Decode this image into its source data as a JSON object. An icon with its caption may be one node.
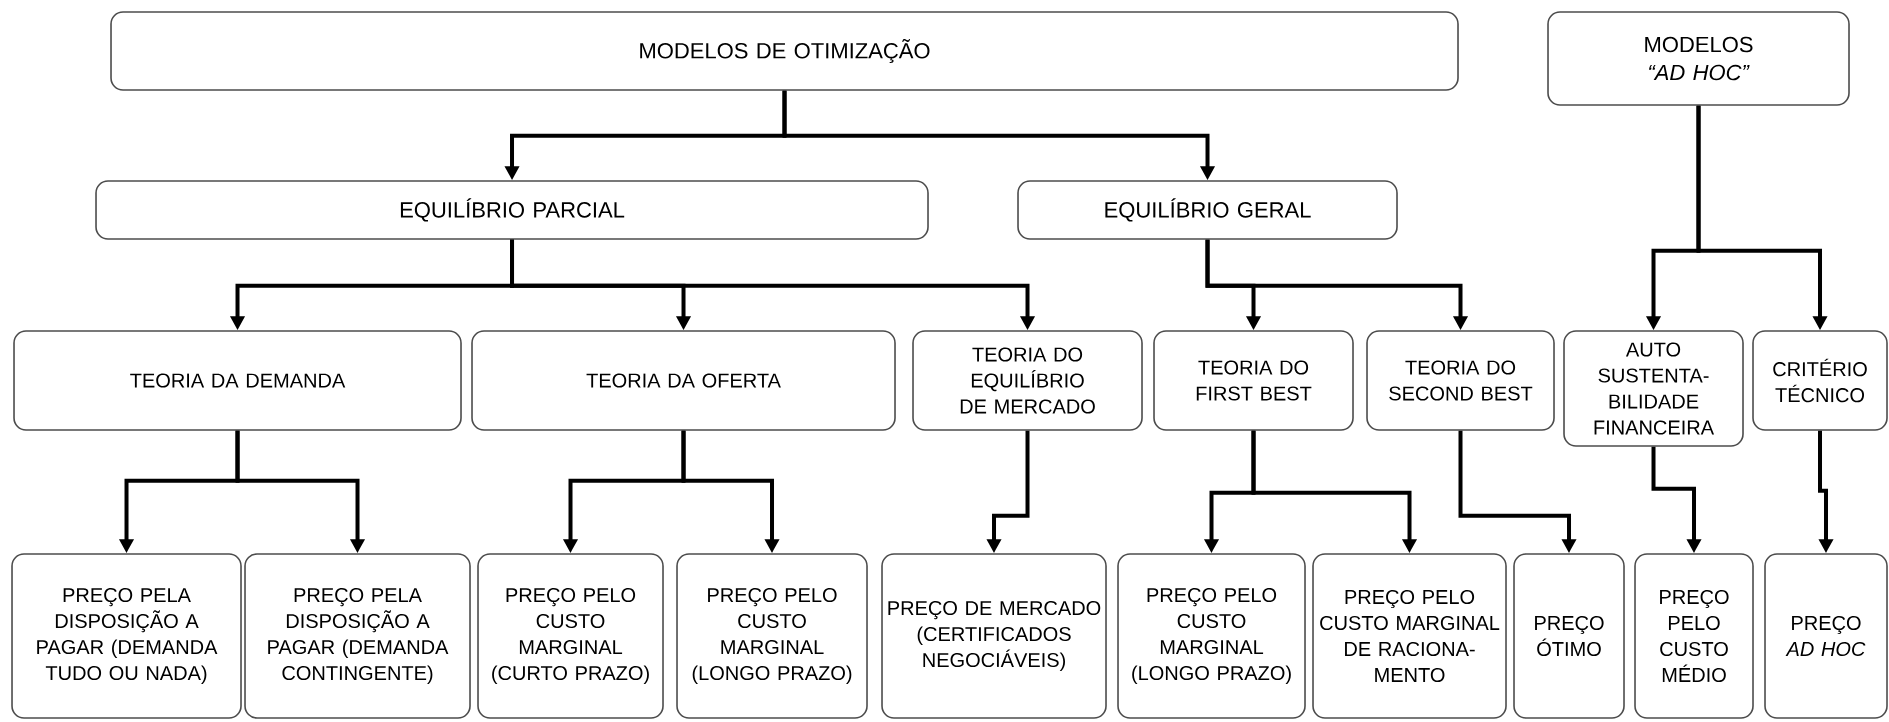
{
  "diagram": {
    "nodes": [
      {
        "text": [
          "MODELOS DE OTIMIZAÇÃO"
        ]
      },
      {
        "text": [
          "MODELOS *“AD HOC”*"
        ]
      },
      {
        "text": [
          "EQUILÍBRIO PARCIAL"
        ]
      },
      {
        "text": [
          "EQUILÍBRIO GERAL"
        ]
      },
      {
        "text": [
          "TEORIA DA DEMANDA"
        ]
      },
      {
        "text": [
          "TEORIA DA OFERTA"
        ]
      },
      {
        "text": [
          "TEORIA DO EQUILÍBRIO DE MERCADO"
        ]
      },
      {
        "text": [
          "TEORIA DO FIRST BEST"
        ]
      },
      {
        "text": [
          "TEORIA DO SECOND BEST"
        ]
      },
      {
        "text": [
          "AUTO SUSTENTA-BILIDADE FINANCEIRA"
        ]
      },
      {
        "text": [
          "CRITÉRIO TÉCNICO"
        ]
      },
      {
        "text": [
          "PREÇO PELA DISPOSIÇÃO A PAGAR (DEMANDA TUDO OU NADA)"
        ]
      },
      {
        "text": [
          "PREÇO PELA DISPOSIÇÃO A PAGAR (DEMANDA CONTINGENTE)"
        ]
      },
      {
        "text": [
          "PREÇO PELO CUSTO MARGINAL (CURTO PRAZO)"
        ]
      },
      {
        "text": [
          "PREÇO PELO CUSTO MARGINAL (LONGO PRAZO)"
        ]
      },
      {
        "text": [
          "PREÇO DE MERCADO (CERTIFICADOS NEGOCIÁVEIS)"
        ]
      },
      {
        "text": [
          "PREÇO PELO CUSTO MARGINAL (LONGO PRAZO)"
        ]
      },
      {
        "text": [
          "PREÇO PELO CUSTO MARGINAL DE RACIONA-MENTO"
        ]
      },
      {
        "text": [
          "PREÇO ÓTIMO"
        ]
      },
      {
        "text": [
          "PREÇO PELO CUSTO MÉDIO"
        ]
      },
      {
        "text": [
          "PREÇO *AD HOC*"
        ]
      }
    ],
    "edges": [
      {
        "from": 0,
        "to": 2,
        "arrow": "to"
      },
      {
        "from": 0,
        "to": 3,
        "arrow": "to"
      },
      {
        "from": 2,
        "to": 4,
        "arrow": "to"
      },
      {
        "from": 2,
        "to": 5,
        "arrow": "to"
      },
      {
        "from": 2,
        "to": 6,
        "arrow": "to"
      },
      {
        "from": 3,
        "to": 7,
        "arrow": "to"
      },
      {
        "from": 3,
        "to": 8,
        "arrow": "to"
      },
      {
        "from": 1,
        "to": 9,
        "arrow": "to"
      },
      {
        "from": 1,
        "to": 10,
        "arrow": "to"
      },
      {
        "from": 4,
        "to": 11,
        "arrow": "to"
      },
      {
        "from": 4,
        "to": 12,
        "arrow": "to"
      },
      {
        "from": 5,
        "to": 13,
        "arrow": "to"
      },
      {
        "from": 5,
        "to": 14,
        "arrow": "to"
      },
      {
        "from": 6,
        "to": 15,
        "arrow": "to"
      },
      {
        "from": 7,
        "to": 16,
        "arrow": "to"
      },
      {
        "from": 7,
        "to": 17,
        "arrow": "to"
      },
      {
        "from": 8,
        "to": 18,
        "arrow": "to"
      },
      {
        "from": 9,
        "to": 19,
        "arrow": "to"
      },
      {
        "from": 10,
        "to": 20,
        "arrow": "to"
      }
    ]
  }
}
